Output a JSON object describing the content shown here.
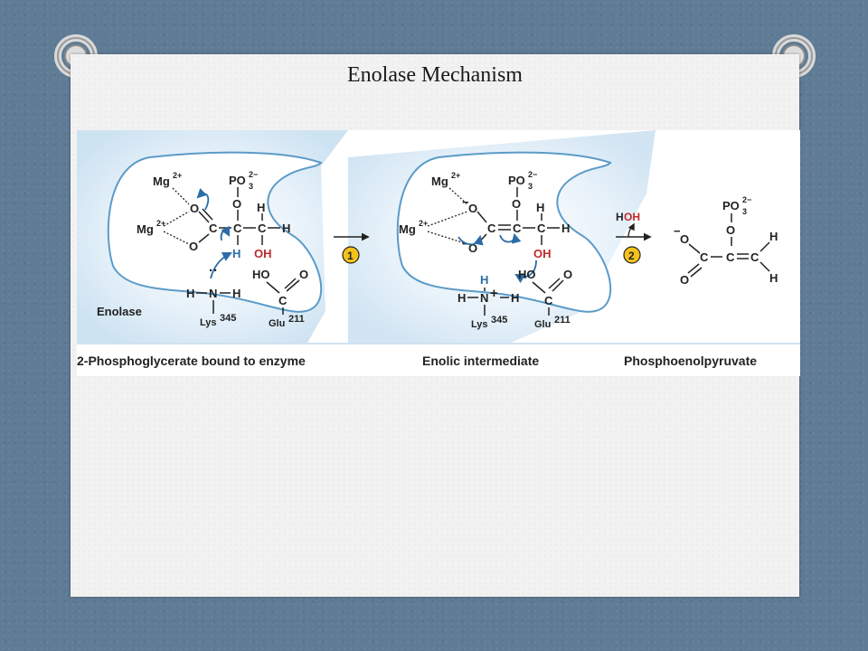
{
  "slide": {
    "title": "Enolase Mechanism"
  },
  "figure": {
    "labels": {
      "mg_top": "Mg",
      "mg_bottom": "Mg",
      "mg_charge": "2+",
      "po3": "PO",
      "po3_sub": "3",
      "po3_charge": "2−",
      "o": "O",
      "c": "C",
      "h": "H",
      "oh": "OH",
      "ho": "HO",
      "minus": "−",
      "n": "N",
      "plus": "+",
      "lys": "Lys",
      "lys_num": "345",
      "glu": "Glu",
      "glu_num": "211",
      "enolase": "Enolase",
      "lone_pair": "··",
      "step1": "1",
      "step2": "2",
      "hoh_h": "H",
      "hoh_oh": "OH"
    },
    "captions": {
      "substrate": "2-Phosphoglycerate bound to enzyme",
      "intermediate": "Enolic intermediate",
      "product": "Phosphoenolpyruvate"
    },
    "colors": {
      "enzyme_outline": "#5b9bc8",
      "enzyme_shade": "#dcebf6",
      "arrow_blue": "#2b6ca8",
      "hydroxyl_red": "#c0282d",
      "step_circle": "#f4c31a",
      "text": "#222222"
    }
  }
}
